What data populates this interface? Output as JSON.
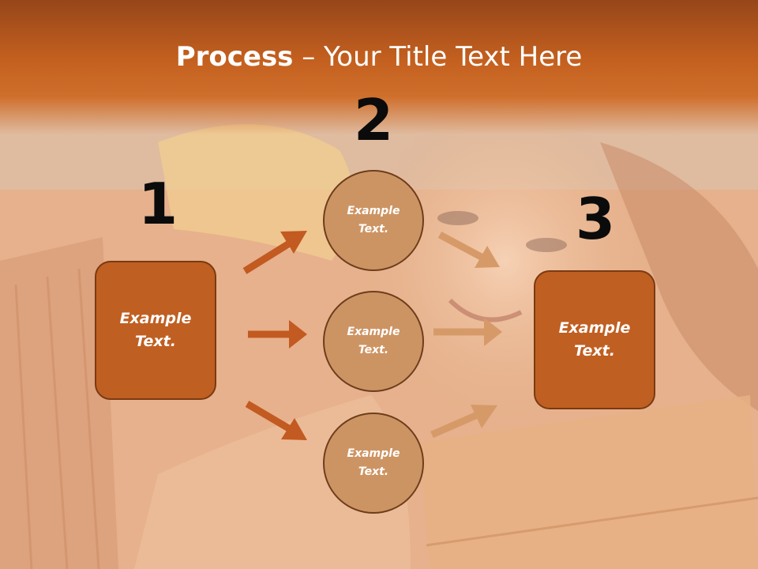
{
  "title": {
    "bold": "Process",
    "rest": " – Your Title Text Here"
  },
  "steps": {
    "one": {
      "number": "1"
    },
    "two": {
      "number": "2"
    },
    "three": {
      "number": "3"
    }
  },
  "boxes": {
    "left": {
      "line1": "Example",
      "line2": "Text."
    },
    "right": {
      "line1": "Example",
      "line2": "Text."
    }
  },
  "circles": [
    {
      "line1": "Example",
      "line2": "Text."
    },
    {
      "line1": "Example",
      "line2": "Text."
    },
    {
      "line1": "Example",
      "line2": "Text."
    }
  ],
  "colors": {
    "title_band": "#c4601f",
    "box_fill": "#c05f22",
    "circle_fill": "#cd9463",
    "arrow_dark": "#c25a22",
    "arrow_light": "#d69a68"
  }
}
